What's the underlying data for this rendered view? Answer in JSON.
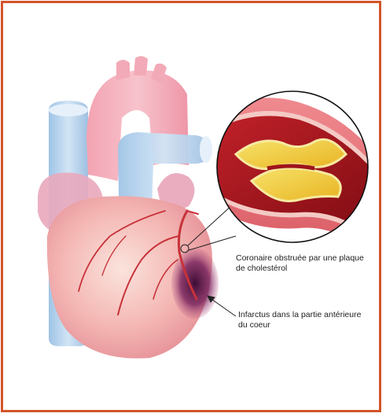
{
  "labels": {
    "coronary": {
      "line1": "Coronaire obstruée par une plaque",
      "line2": "de cholestérol"
    },
    "infarct": {
      "line1": "Infarctus dans la partie antérieure",
      "line2": "du coeur"
    }
  },
  "colors": {
    "frame_border": "#d2542a",
    "artery_wall": "#e86a72",
    "blood": "#a3151c",
    "plaque": "#f1cf3a",
    "infarct_zone": "#5a1c4a"
  }
}
